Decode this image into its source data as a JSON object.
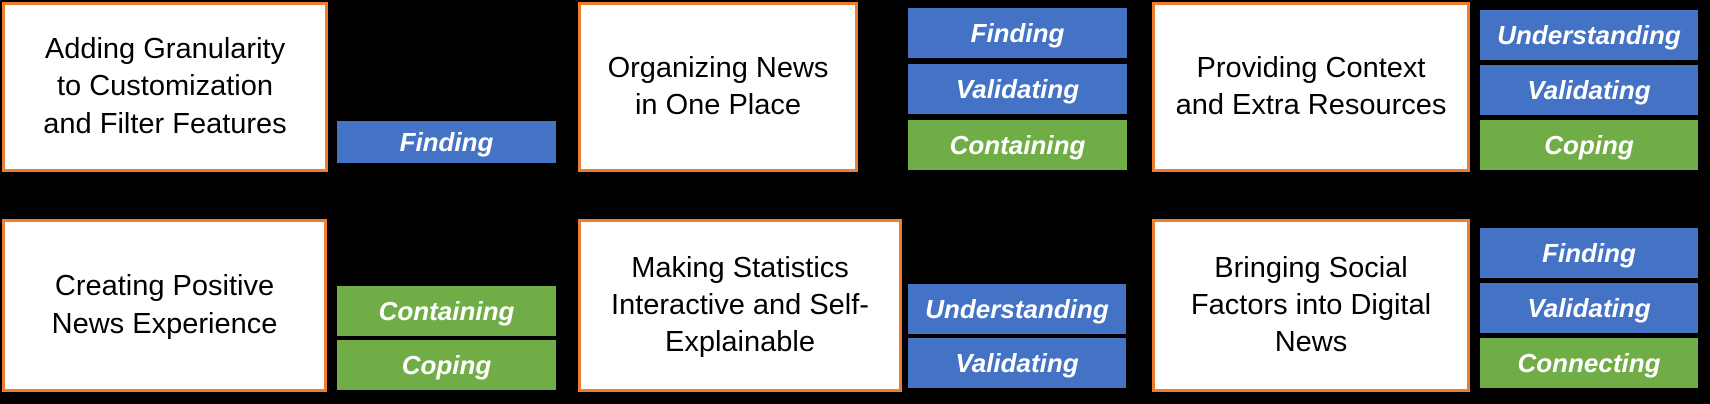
{
  "colors": {
    "background": "#000000",
    "card_bg": "#FFFFFF",
    "card_border": "#ED7D31",
    "card_text": "#000000",
    "tag_text": "#FFFFFF",
    "blue": "#4472C4",
    "green": "#70AD47"
  },
  "groups": [
    {
      "title": "Adding Granularity\nto Customization\nand Filter Features",
      "tags": [
        {
          "label": "Finding",
          "color": "blue"
        }
      ]
    },
    {
      "title": "Organizing News\nin One Place",
      "tags": [
        {
          "label": "Finding",
          "color": "blue"
        },
        {
          "label": "Validating",
          "color": "blue"
        },
        {
          "label": "Containing",
          "color": "green"
        }
      ]
    },
    {
      "title": "Providing Context\nand Extra Resources",
      "tags": [
        {
          "label": "Understanding",
          "color": "blue"
        },
        {
          "label": "Validating",
          "color": "blue"
        },
        {
          "label": "Coping",
          "color": "green"
        }
      ]
    },
    {
      "title": "Creating Positive\nNews Experience",
      "tags": [
        {
          "label": "Containing",
          "color": "green"
        },
        {
          "label": "Coping",
          "color": "green"
        }
      ]
    },
    {
      "title": "Making Statistics\nInteractive and Self-\nExplainable",
      "tags": [
        {
          "label": "Understanding",
          "color": "blue"
        },
        {
          "label": "Validating",
          "color": "blue"
        }
      ]
    },
    {
      "title": "Bringing Social\nFactors into Digital\nNews",
      "tags": [
        {
          "label": "Finding",
          "color": "blue"
        },
        {
          "label": "Validating",
          "color": "blue"
        },
        {
          "label": "Connecting",
          "color": "green"
        }
      ]
    }
  ]
}
